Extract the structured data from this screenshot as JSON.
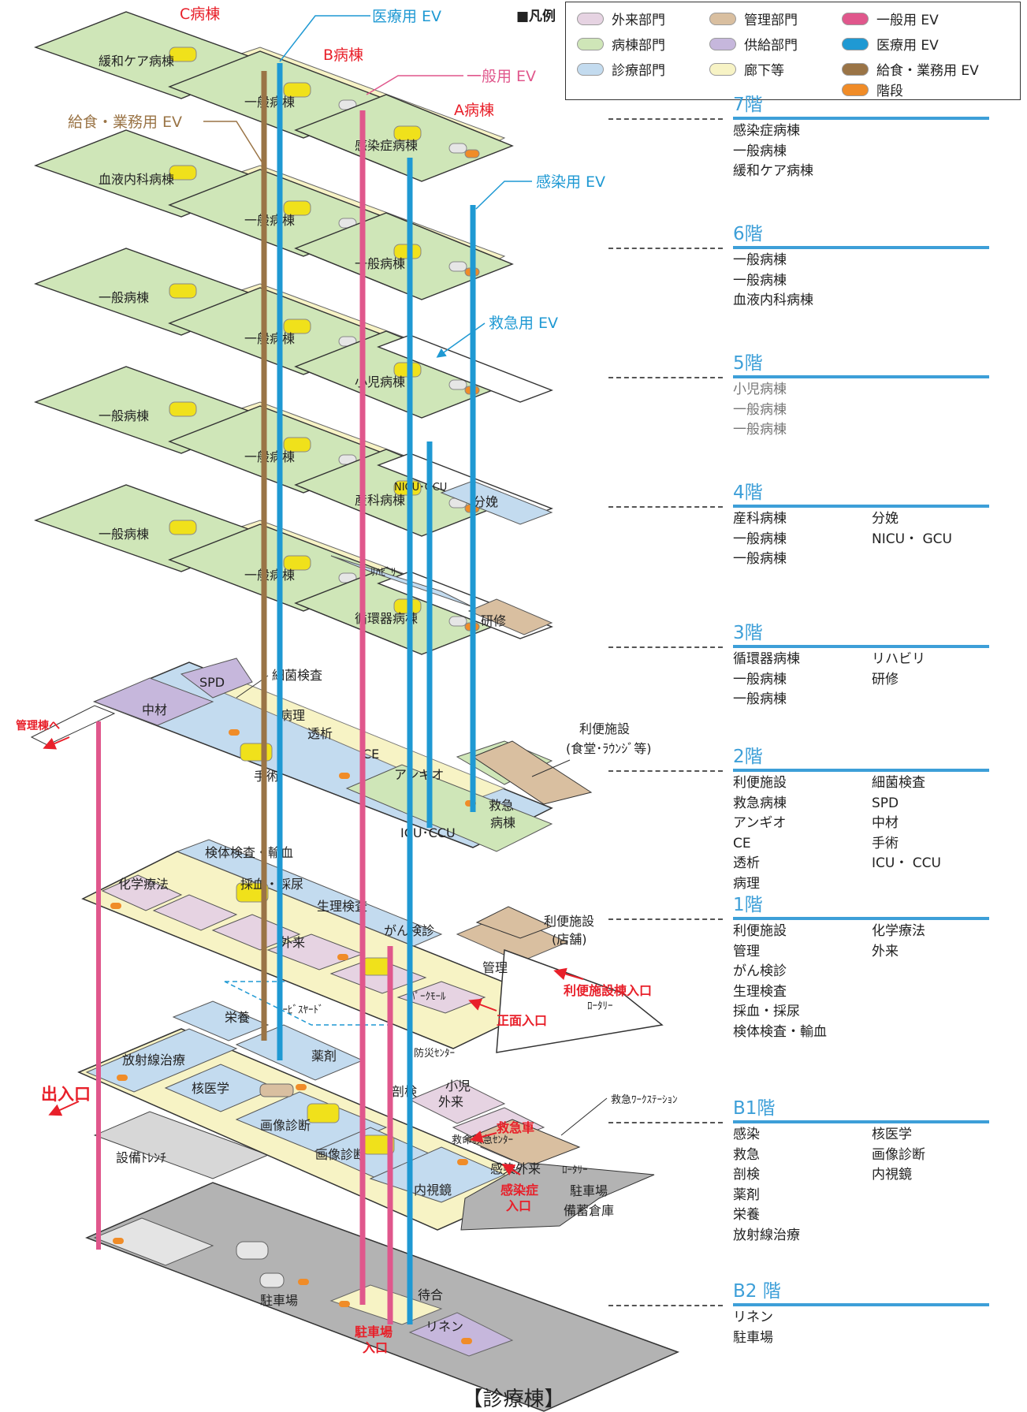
{
  "legend": {
    "title": "■凡例",
    "items": [
      {
        "label": "外来部門",
        "color": "#e6d3e2"
      },
      {
        "label": "病棟部門",
        "color": "#cfe6b8"
      },
      {
        "label": "診療部門",
        "color": "#c3dbef"
      },
      {
        "label": "管理部門",
        "color": "#d9bfa0"
      },
      {
        "label": "供給部門",
        "color": "#c6b7dc"
      },
      {
        "label": "廊下等",
        "color": "#f7f3c5"
      },
      {
        "label": "一般用 EV",
        "color": "#e0578c"
      },
      {
        "label": "医療用 EV",
        "color": "#1f99d3"
      },
      {
        "label": "給食・業務用 EV",
        "color": "#9a7446"
      },
      {
        "label": "階段",
        "color": "#f08c28"
      }
    ]
  },
  "callouts": {
    "c_ward": "C病棟",
    "b_ward": "B病棟",
    "a_ward": "A病棟",
    "medical_ev": "医療用 EV",
    "general_ev": "一般用 EV",
    "food_ev": "給食・業務用 EV",
    "infection_ev": "感染用 EV",
    "emergency_ev": "救急用 EV"
  },
  "floors": [
    {
      "name": "7階",
      "col1": [
        "感染症病棟",
        "一般病棟",
        "緩和ケア病棟"
      ],
      "col2": []
    },
    {
      "name": "6階",
      "col1": [
        "一般病棟",
        "一般病棟",
        "血液内科病棟"
      ],
      "col2": []
    },
    {
      "name": "5階",
      "col1": [
        "小児病棟",
        "一般病棟",
        "一般病棟"
      ],
      "col2": []
    },
    {
      "name": "4階",
      "col1": [
        "産科病棟",
        "一般病棟",
        "一般病棟"
      ],
      "col2": [
        "分娩",
        "NICU・ GCU"
      ]
    },
    {
      "name": "3階",
      "col1": [
        "循環器病棟",
        "一般病棟",
        "一般病棟"
      ],
      "col2": [
        "リハビリ",
        "研修"
      ]
    },
    {
      "name": "2階",
      "col1": [
        "利便施設",
        "救急病棟",
        "アンギオ",
        "CE",
        "透析",
        "病理"
      ],
      "col2": [
        "細菌検査",
        "SPD",
        "中材",
        "手術",
        "ICU・ CCU"
      ]
    },
    {
      "name": "1階",
      "col1": [
        "利便施設",
        "管理",
        "がん検診",
        "生理検査",
        "採血・採尿",
        "検体検査・輸血"
      ],
      "col2": [
        "化学療法",
        "外来"
      ]
    },
    {
      "name": "B1階",
      "col1": [
        "感染",
        "救急",
        "剖検",
        "薬剤",
        "栄養",
        "放射線治療"
      ],
      "col2": [
        "核医学",
        "画像診断",
        "内視鏡"
      ]
    },
    {
      "name": "B2 階",
      "col1": [
        "リネン",
        "駐車場"
      ],
      "col2": []
    }
  ],
  "wards": {
    "f7": [
      "緩和ケア病棟",
      "一般病棟",
      "感染症病棟"
    ],
    "f6": [
      "血液内科病棟",
      "一般病棟",
      "一般病棟"
    ],
    "f5": [
      "一般病棟",
      "一般病棟",
      "小児病棟"
    ],
    "f4": [
      "一般病棟",
      "一般病棟",
      "産科病棟",
      "NICU･GCU",
      "分娩"
    ],
    "f3": [
      "一般病棟",
      "一般病棟",
      "循環器病棟",
      "ﾘﾊﾋﾞﾘ",
      "研修"
    ]
  },
  "floor2": {
    "spd": "SPD",
    "chuzai": "中材",
    "saikin": "細菌検査",
    "byori": "病理",
    "toseki": "透析",
    "ce": "CE",
    "shujutsu": "手術",
    "angio": "アンギオ",
    "kyukyu": "救急\n病棟",
    "icu": "ICU･CCU",
    "conv_title": "利便施設",
    "conv_sub": "(食堂･ﾗｳﾝｼﾞ等)",
    "to_admin": "管理棟へ"
  },
  "floor1": {
    "kentai": "検体検査・輸血",
    "kagaku": "化学療法",
    "saiketsu": "採血・採尿",
    "seiri": "生理検査",
    "gairai": "外来",
    "gan": "がん検診",
    "kanri": "管理",
    "park": "ﾊﾟｰｸﾓｰﾙ",
    "rotary": "ﾛｰﾀﾘｰ",
    "conv_title": "利便施設",
    "conv_sub": "(店舗)",
    "conv_entrance": "利便施設棟入口",
    "main_entrance": "正面入口"
  },
  "floorb1": {
    "service": "ｻｰﾋﾞｽﾔｰﾄﾞ",
    "eiyo": "栄養",
    "hoshasen": "放射線治療",
    "yakuzai": "薬剤",
    "kaku": "核医学",
    "bosai": "防災ｾﾝﾀｰ",
    "gazo1": "画像診断",
    "gazo2": "画像診断",
    "bokan": "剖検",
    "shoni": "小児\n外来",
    "kyumei": "救命救急ｾﾝﾀｰ",
    "kansen_gairai": "感染外来",
    "naishi": "内視鏡",
    "station": "救急ﾜｰｸｽﾃｰｼｮﾝ",
    "ambulance": "救急車",
    "rotary": "ﾛｰﾀﾘｰ",
    "parking": "駐車場",
    "storage": "備蓄倉庫",
    "infect_entrance": "感染症\n入口",
    "exit": "出入口"
  },
  "floorb2": {
    "trench": "設備ﾄﾚﾝﾁ",
    "parking": "駐車場",
    "machiai": "待合",
    "linen": "リネン",
    "park_entrance": "駐車場\n入口"
  },
  "footer": {
    "title": "【診療棟】"
  }
}
